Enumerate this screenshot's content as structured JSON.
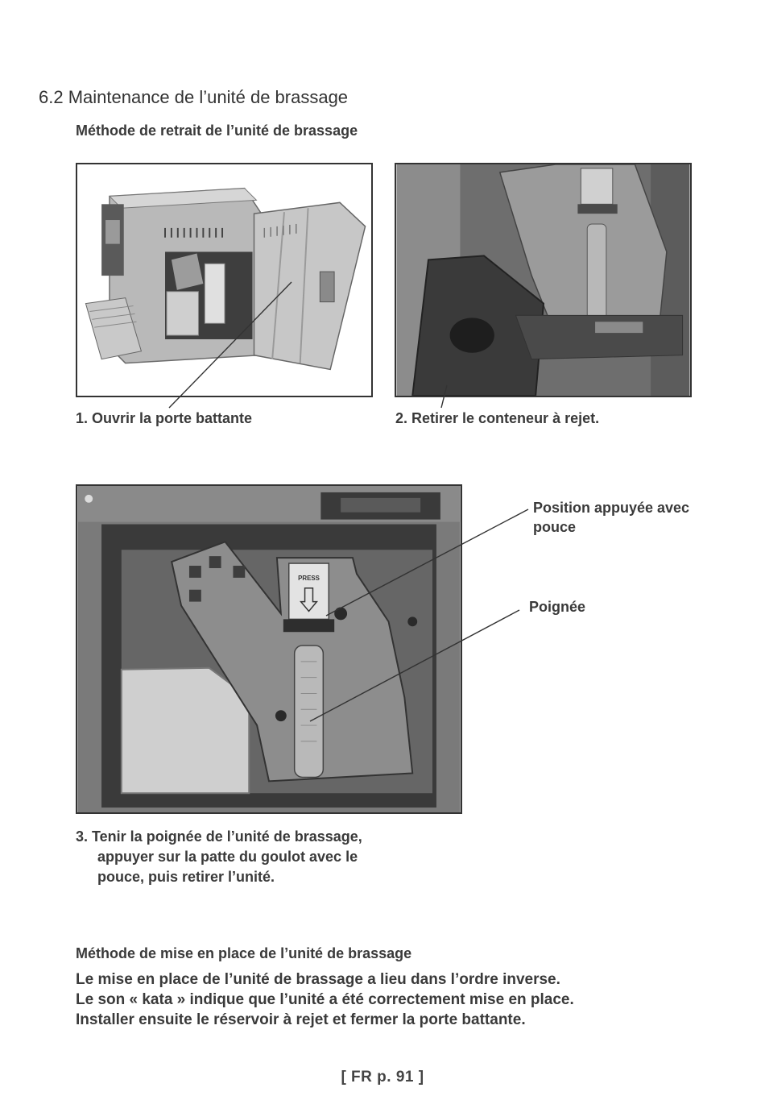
{
  "section": {
    "title": "6.2  Maintenance de l’unité de brassage",
    "removal_heading": "Méthode de retrait de l’unité de brassage"
  },
  "steps": {
    "step1": "1. Ouvrir la porte battante",
    "step2": "2. Retirer le conteneur à rejet.",
    "step3_lines": [
      "3. Tenir la poignée de l’unité de brassage,",
      "appuyer sur la patte du goulot avec le",
      "pouce, puis retirer l’unité."
    ]
  },
  "callouts": {
    "thumb_lines": [
      "Position appuyée avec",
      "pouce"
    ],
    "handle": "Poignée"
  },
  "photo_labels": {
    "press": "PRESS"
  },
  "installation": {
    "heading": "Méthode de mise en place de l’unité de brassage",
    "lines": [
      "Le mise en place de l’unité de brassage a lieu dans l’ordre inverse.",
      "Le son « kata » indique que l’unité a été correctement mise en place.",
      "Installer ensuite le réservoir à rejet et fermer la porte battante."
    ]
  },
  "footer": {
    "page": "[ FR   p. 91 ]"
  }
}
